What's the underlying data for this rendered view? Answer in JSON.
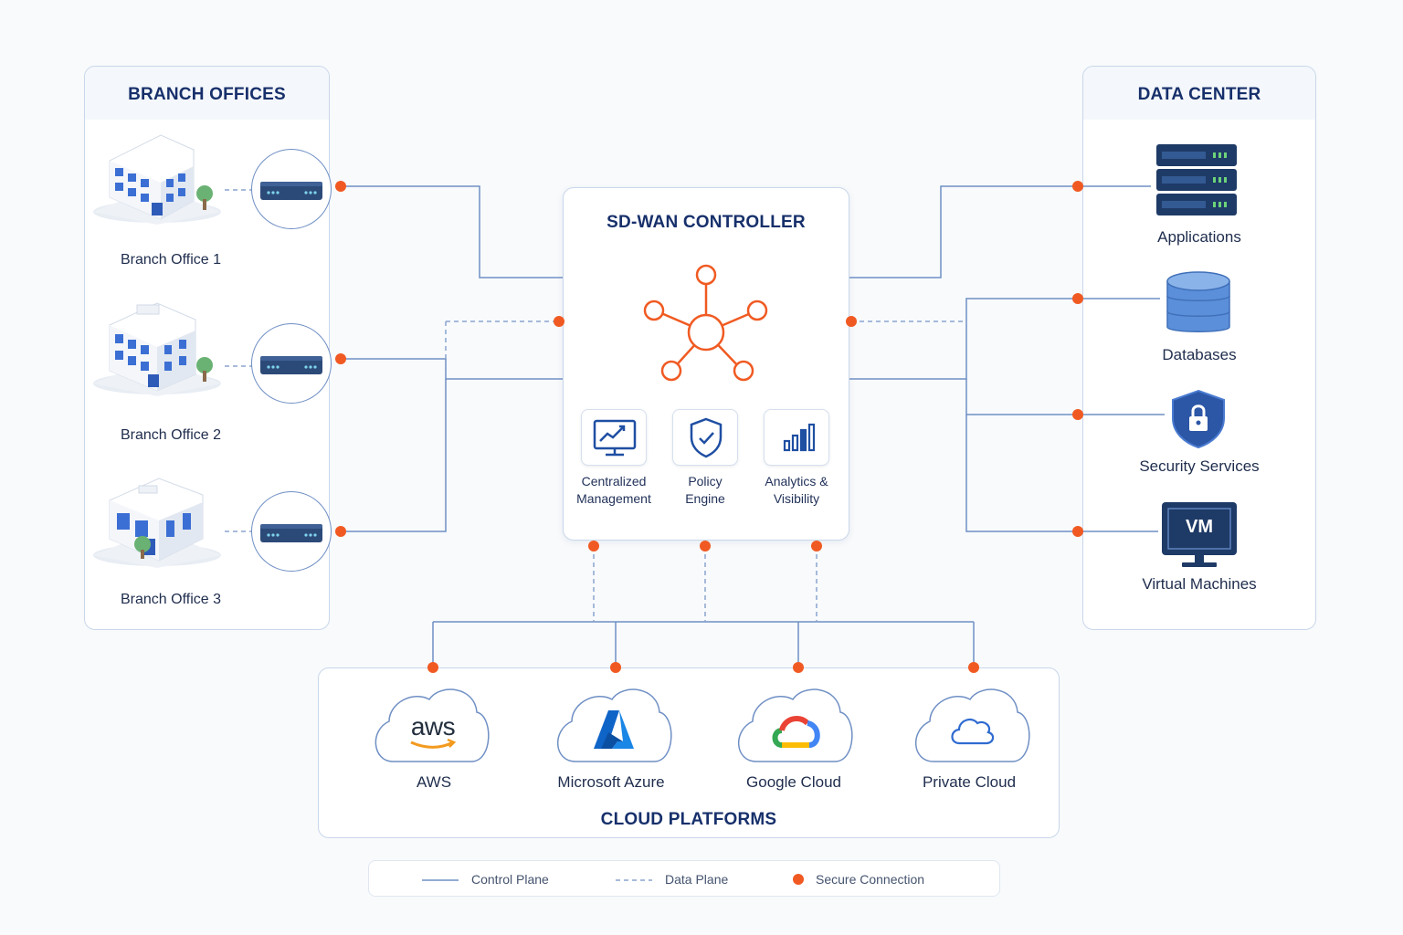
{
  "branch_panel": {
    "title": "BRANCH OFFICES",
    "offices": [
      "Branch Office 1",
      "Branch Office 2",
      "Branch Office 3"
    ]
  },
  "controller": {
    "title": "SD-WAN CONTROLLER",
    "features": [
      {
        "line1": "Centralized",
        "line2": "Management",
        "icon": "monitor-chart-icon"
      },
      {
        "line1": "Policy",
        "line2": "Engine",
        "icon": "shield-check-icon"
      },
      {
        "line1": "Analytics &",
        "line2": "Visibility",
        "icon": "bar-chart-icon"
      }
    ]
  },
  "datacenter_panel": {
    "title": "DATA CENTER",
    "items": [
      "Applications",
      "Databases",
      "Security Services",
      "Virtual Machines"
    ],
    "vm_text": "VM"
  },
  "cloud_panel": {
    "title": "CLOUD PLATFORMS",
    "platforms": [
      "AWS",
      "Microsoft Azure",
      "Google Cloud",
      "Private Cloud"
    ],
    "aws_logo_text": "aws"
  },
  "legend": {
    "control_plane": "Control Plane",
    "data_plane": "Data Plane",
    "secure_connection": "Secure Connection"
  },
  "colors": {
    "accent_orange": "#f05a22",
    "line_blue": "#6f8fc4",
    "title_navy": "#17306b",
    "device_navy": "#2c4a78"
  }
}
